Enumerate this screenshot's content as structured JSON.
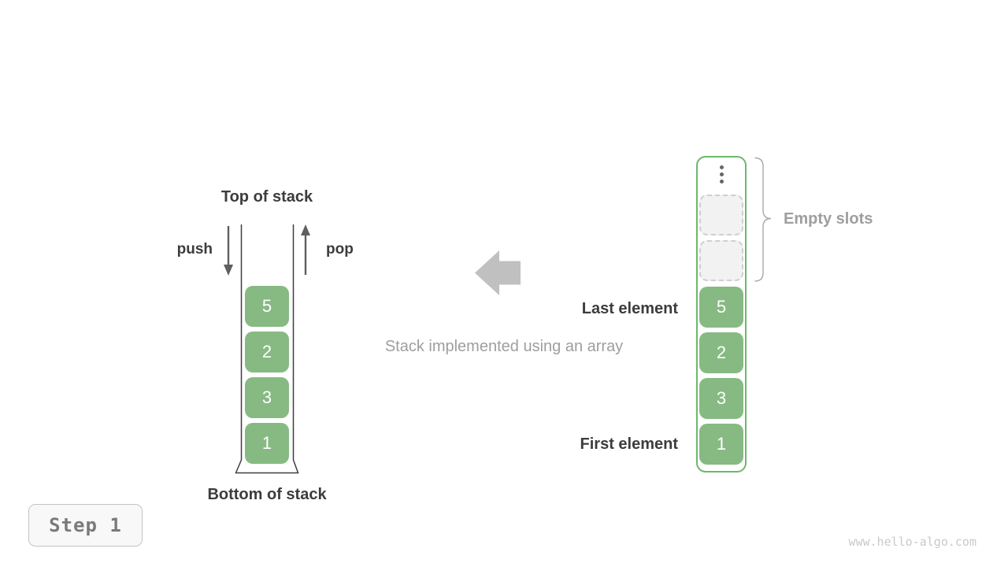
{
  "colors": {
    "cell_green": "#87ba83",
    "container_green": "#6cb86c",
    "wall_dark": "#3f3f3f",
    "label_dark": "#3c3c3c",
    "label_gray": "#9e9e9e",
    "arrow_gray": "#5f5f5f",
    "block_arrow_gray": "#c0c0c0",
    "slot_bg": "#f2f2f2",
    "slot_border": "#cfcfcf",
    "badge_border": "#c4c4c4",
    "badge_bg": "#f8f8f8",
    "badge_text": "#7a7a7a",
    "watermark_gray": "#c9c9c9",
    "dots_gray": "#666666"
  },
  "left_stack": {
    "top_label": "Top of stack",
    "bottom_label": "Bottom of stack",
    "push_label": "push",
    "pop_label": "pop",
    "cells": [
      "5",
      "2",
      "3",
      "1"
    ]
  },
  "caption": "Stack implemented using an array",
  "right_array": {
    "empty_slots_label": "Empty slots",
    "last_element_label": "Last element",
    "first_element_label": "First element",
    "empty_slot_count": 2,
    "cells": [
      "5",
      "2",
      "3",
      "1"
    ]
  },
  "step_badge": {
    "label": "Step 1"
  },
  "watermark": "www.hello-algo.com"
}
